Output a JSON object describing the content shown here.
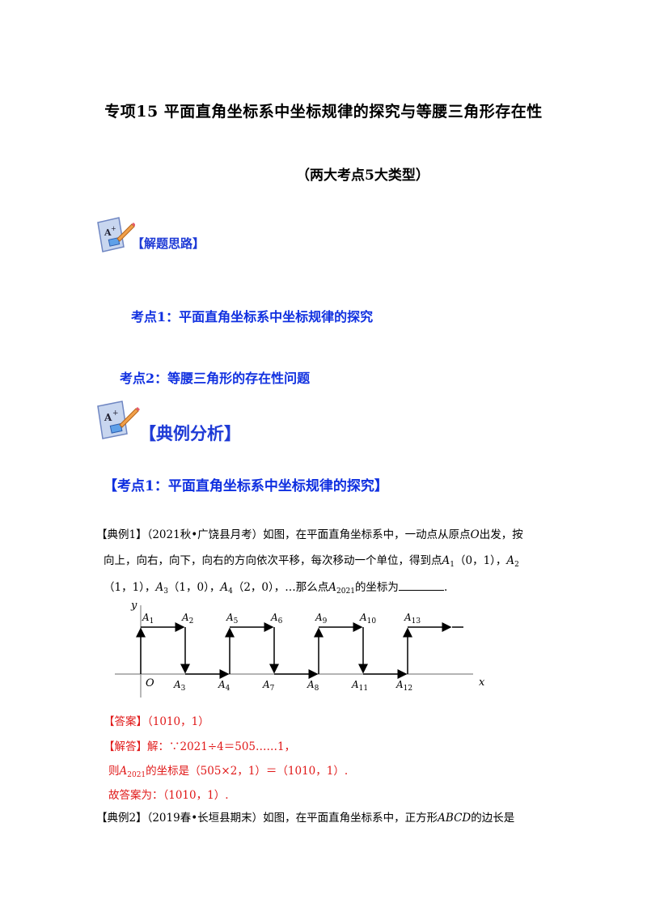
{
  "header": {
    "title": "专项15  平面直角坐标系中坐标规律的探究与等腰三角形存在性",
    "subtitle": "（两大考点5大类型）"
  },
  "banner1": {
    "label": "【解题思路】",
    "icon": "pencil-paper-icon"
  },
  "keypoints": {
    "kp1": "考点1：平面直角坐标系中坐标规律的探究",
    "kp2": "考点2：等腰三角形的存在性问题"
  },
  "banner2": {
    "label": "【典例分析】",
    "icon": "pencil-paper-icon"
  },
  "section1": {
    "title": "【考点1：平面直角坐标系中坐标规律的探究】"
  },
  "example1": {
    "tag": "【典例1】",
    "line1_a": "（2021秋•广饶县月考）如图，在平面直角坐标系中，一动点从原点",
    "origin": "O",
    "line1_b": "出发，按",
    "line2": "向上，向右，向下，向右的方向依次平移，每次移动一个单位，得到点",
    "a1_coord": "（0，1），",
    "a2_coord": "（1，1），",
    "a3_coord": "（1，0），",
    "a4_coord": "（2，0），…那么点",
    "a2021_tail": "的坐标为",
    "end": "."
  },
  "figure": {
    "axis_y": "y",
    "axis_x": "x",
    "origin": "O",
    "top_labels": [
      "A1",
      "A2",
      "A5",
      "A6",
      "A9",
      "A10",
      "A13"
    ],
    "bottom_labels": [
      "A3",
      "A4",
      "A7",
      "A8",
      "A11",
      "A12"
    ],
    "path_color": "#000000"
  },
  "answer": {
    "tag": "【答案】",
    "value": "（1010，1）"
  },
  "solution": {
    "tag": "【解答】",
    "line1": "解：∵2021÷4＝505……1，",
    "line2_a": "则",
    "line2_b": "的坐标是（505×2，1）＝（1010，1）.",
    "line3": "故答案为：（1010，1）."
  },
  "example2": {
    "tag": "【典例2】",
    "text_a": "（2019春•长垣县期末）如图，在平面直角坐标系中，正方形",
    "square": "ABCD",
    "text_b": "的边长是"
  }
}
